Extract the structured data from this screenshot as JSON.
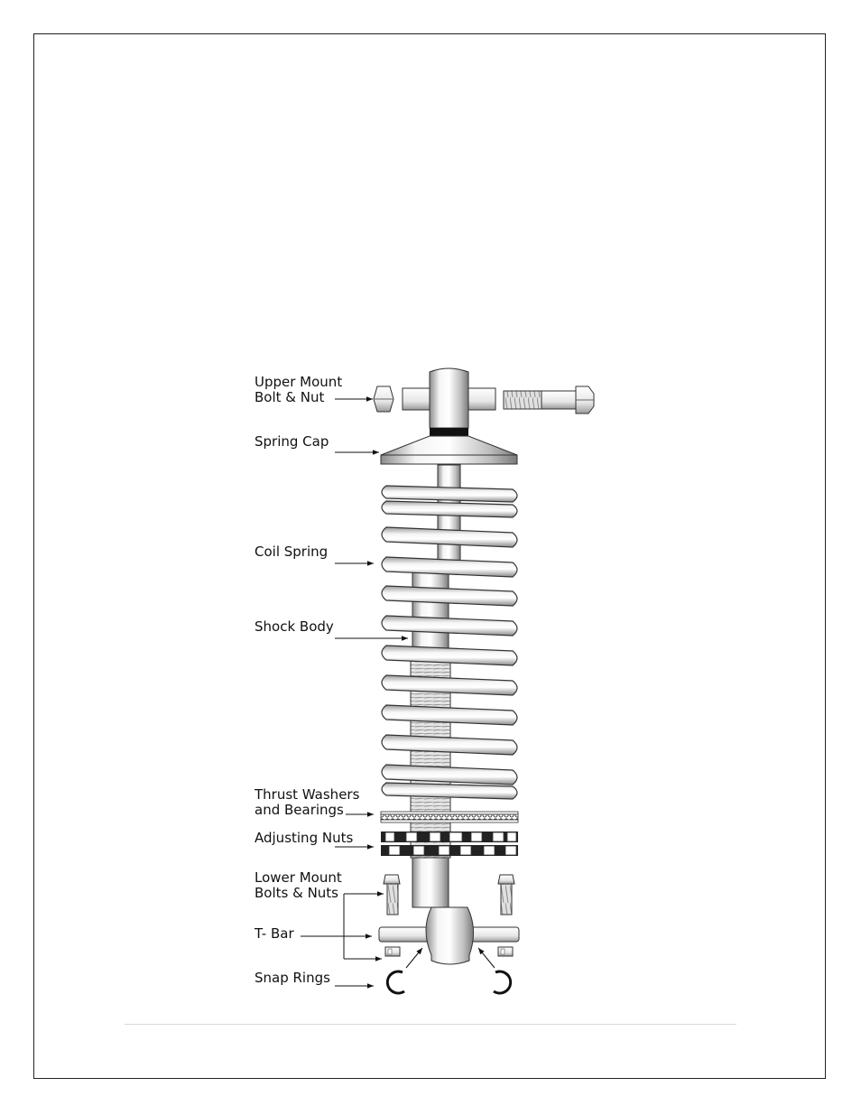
{
  "labels": {
    "upper_mount_1": "Upper Mount",
    "upper_mount_2": "Bolt & Nut",
    "spring_cap": "Spring Cap",
    "coil_spring": "Coil Spring",
    "shock_body": "Shock Body",
    "thrust_1": "Thrust Washers",
    "thrust_2": "and Bearings",
    "adjusting_nuts": "Adjusting Nuts",
    "lower_mount_1": "Lower Mount",
    "lower_mount_2": "Bolts & Nuts",
    "t_bar": "T- Bar",
    "snap_rings": "Snap Rings"
  }
}
